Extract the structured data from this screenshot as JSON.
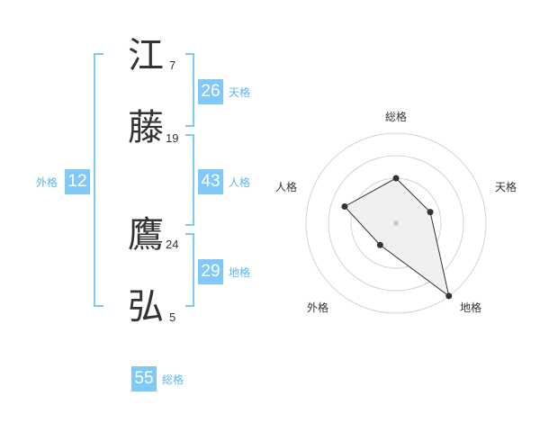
{
  "colors": {
    "accent": "#7fc8f8",
    "label": "#5bb7ee",
    "text": "#333333"
  },
  "name": {
    "chars": [
      {
        "char": "江",
        "strokes": "7"
      },
      {
        "char": "藤",
        "strokes": "19"
      },
      {
        "char": "鷹",
        "strokes": "24"
      },
      {
        "char": "弘",
        "strokes": "5"
      }
    ]
  },
  "fortunes": {
    "tenkaku": {
      "value": "26",
      "label": "天格"
    },
    "jinkaku": {
      "value": "43",
      "label": "人格"
    },
    "chikaku": {
      "value": "29",
      "label": "地格"
    },
    "gaikaku": {
      "value": "12",
      "label": "外格"
    },
    "soukaku": {
      "value": "55",
      "label": "総格"
    }
  },
  "radar": {
    "axes": [
      "総格",
      "天格",
      "地格",
      "外格",
      "人格"
    ],
    "levels": [
      0.5,
      0.4,
      1.0,
      0.3,
      0.6
    ]
  }
}
